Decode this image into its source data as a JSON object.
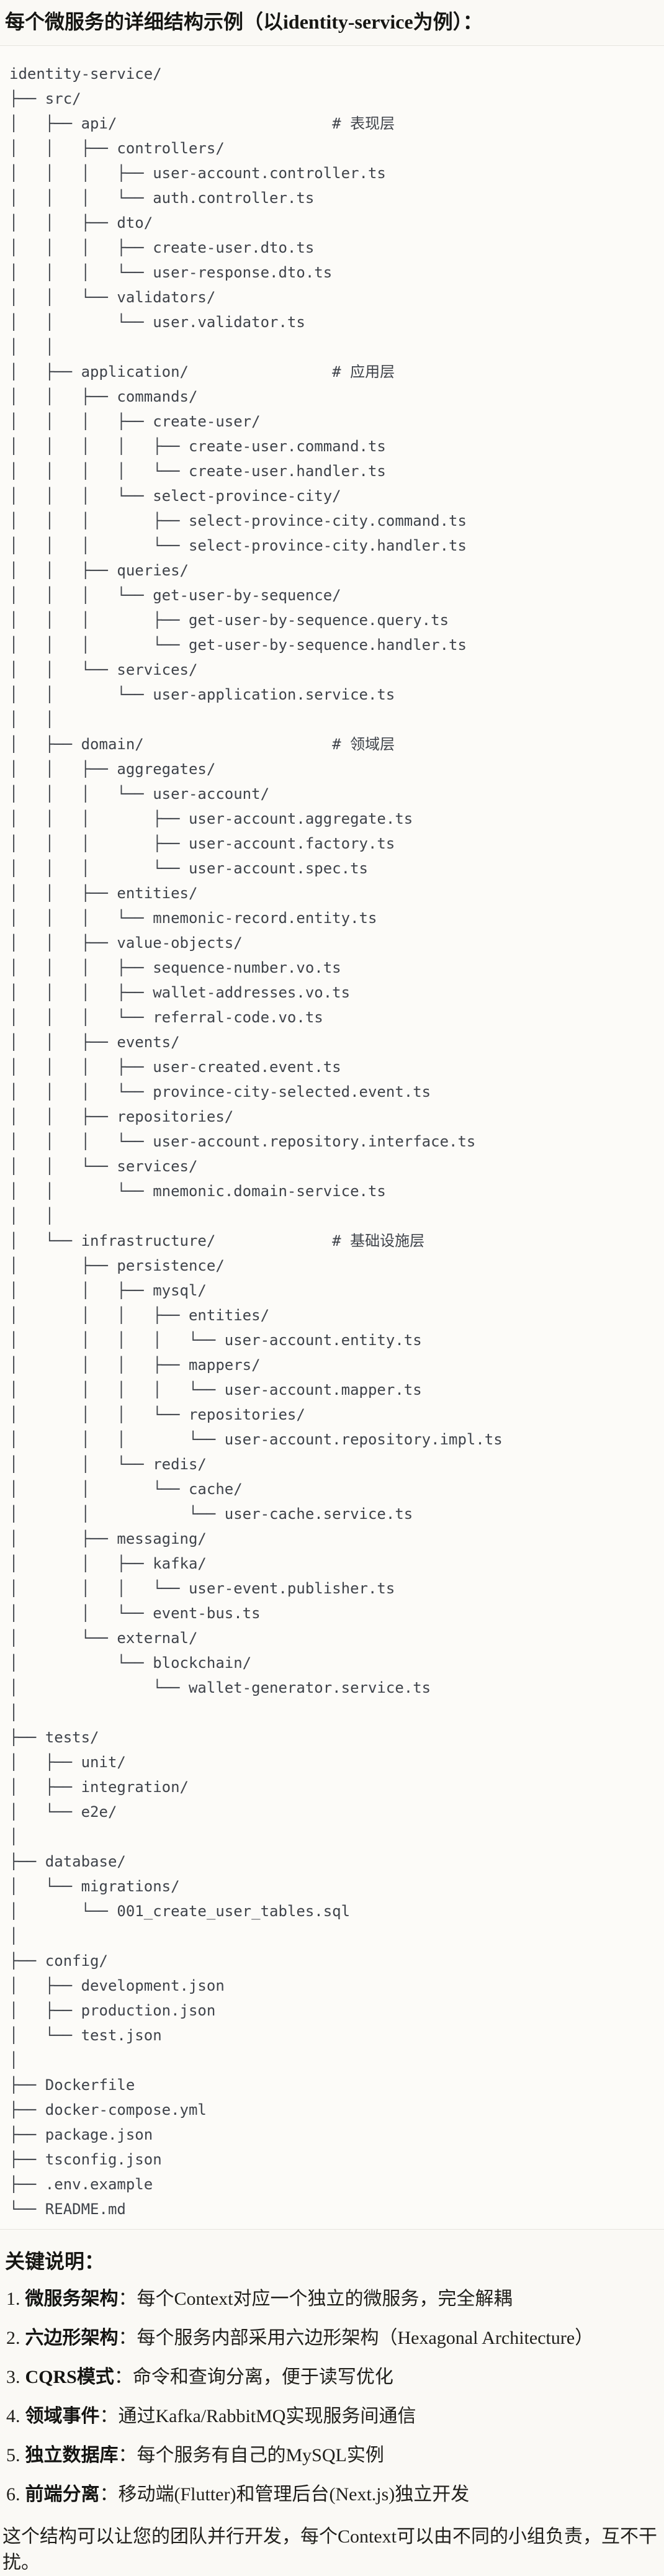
{
  "heading": {
    "text": "每个微服务的详细结构示例（以identity-service为例）："
  },
  "code_block": {
    "text": "identity-service/\n├── src/\n│   ├── api/                        # 表现层\n│   │   ├── controllers/\n│   │   │   ├── user-account.controller.ts\n│   │   │   └── auth.controller.ts\n│   │   ├── dto/\n│   │   │   ├── create-user.dto.ts\n│   │   │   └── user-response.dto.ts\n│   │   └── validators/\n│   │       └── user.validator.ts\n│   │\n│   ├── application/                # 应用层\n│   │   ├── commands/\n│   │   │   ├── create-user/\n│   │   │   │   ├── create-user.command.ts\n│   │   │   │   └── create-user.handler.ts\n│   │   │   └── select-province-city/\n│   │   │       ├── select-province-city.command.ts\n│   │   │       └── select-province-city.handler.ts\n│   │   ├── queries/\n│   │   │   └── get-user-by-sequence/\n│   │   │       ├── get-user-by-sequence.query.ts\n│   │   │       └── get-user-by-sequence.handler.ts\n│   │   └── services/\n│   │       └── user-application.service.ts\n│   │\n│   ├── domain/                     # 领域层\n│   │   ├── aggregates/\n│   │   │   └── user-account/\n│   │   │       ├── user-account.aggregate.ts\n│   │   │       ├── user-account.factory.ts\n│   │   │       └── user-account.spec.ts\n│   │   ├── entities/\n│   │   │   └── mnemonic-record.entity.ts\n│   │   ├── value-objects/\n│   │   │   ├── sequence-number.vo.ts\n│   │   │   ├── wallet-addresses.vo.ts\n│   │   │   └── referral-code.vo.ts\n│   │   ├── events/\n│   │   │   ├── user-created.event.ts\n│   │   │   └── province-city-selected.event.ts\n│   │   ├── repositories/\n│   │   │   └── user-account.repository.interface.ts\n│   │   └── services/\n│   │       └── mnemonic.domain-service.ts\n│   │\n│   └── infrastructure/             # 基础设施层\n│       ├── persistence/\n│       │   ├── mysql/\n│       │   │   ├── entities/\n│       │   │   │   └── user-account.entity.ts\n│       │   │   ├── mappers/\n│       │   │   │   └── user-account.mapper.ts\n│       │   │   └── repositories/\n│       │   │       └── user-account.repository.impl.ts\n│       │   └── redis/\n│       │       └── cache/\n│       │           └── user-cache.service.ts\n│       ├── messaging/\n│       │   ├── kafka/\n│       │   │   └── user-event.publisher.ts\n│       │   └── event-bus.ts\n│       └── external/\n│           └── blockchain/\n│               └── wallet-generator.service.ts\n│\n├── tests/\n│   ├── unit/\n│   ├── integration/\n│   └── e2e/\n│\n├── database/\n│   └── migrations/\n│       └── 001_create_user_tables.sql\n│\n├── config/\n│   ├── development.json\n│   ├── production.json\n│   └── test.json\n│\n├── Dockerfile\n├── docker-compose.yml\n├── package.json\n├── tsconfig.json\n├── .env.example\n└── README.md"
  },
  "notes": {
    "heading": "关键说明：",
    "items": [
      {
        "num": "1.",
        "term": "微服务架构",
        "desc": "：每个Context对应一个独立的微服务，完全解耦"
      },
      {
        "num": "2.",
        "term": "六边形架构",
        "desc": "：每个服务内部采用六边形架构（Hexagonal Architecture）"
      },
      {
        "num": "3.",
        "term": "CQRS模式",
        "desc": "：命令和查询分离，便于读写优化"
      },
      {
        "num": "4.",
        "term": "领域事件",
        "desc": "：通过Kafka/RabbitMQ实现服务间通信"
      },
      {
        "num": "5.",
        "term": "独立数据库",
        "desc": "：每个服务有自己的MySQL实例"
      },
      {
        "num": "6.",
        "term": "前端分离",
        "desc": "：移动端(Flutter)和管理后台(Next.js)独立开发"
      }
    ]
  },
  "footer": {
    "text": "这个结构可以让您的团队并行开发，每个Context可以由不同的小组负责，互不干扰。"
  },
  "colors": {
    "page_background": "#faf9f5",
    "code_background": "#fcfbf8",
    "code_border": "#e6e4de",
    "code_text": "#3f434a",
    "heading_text": "#161613",
    "body_text": "#201f1b"
  }
}
